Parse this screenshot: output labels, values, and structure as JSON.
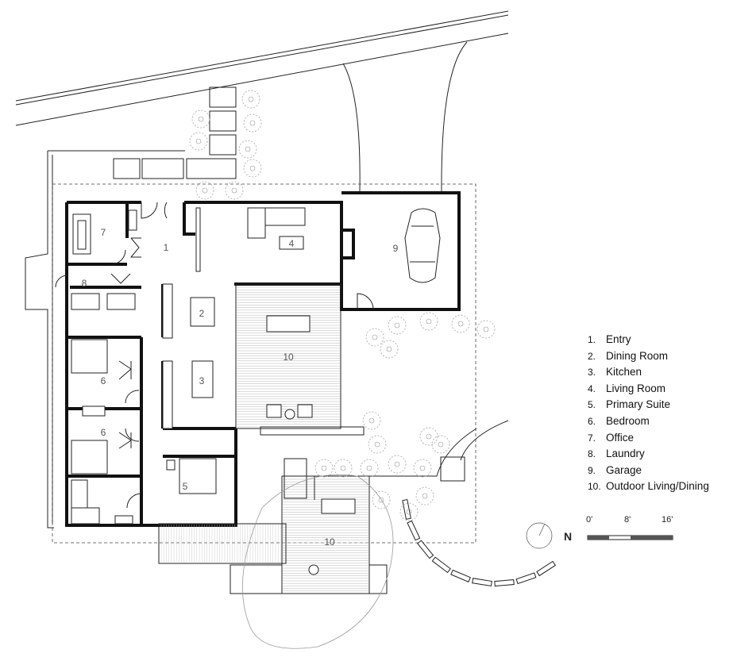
{
  "rooms": [
    {
      "number": "1",
      "name": "Entry"
    },
    {
      "number": "2",
      "name": "Dining Room"
    },
    {
      "number": "3",
      "name": "Kitchen"
    },
    {
      "number": "4",
      "name": "Living Room"
    },
    {
      "number": "5",
      "name": "Primary Suite"
    },
    {
      "number": "6",
      "name": "Bedroom"
    },
    {
      "number": "7",
      "name": "Office"
    },
    {
      "number": "8",
      "name": "Laundry"
    },
    {
      "number": "9",
      "name": "Garage"
    },
    {
      "number": "10",
      "name": "Outdoor Living/Dining"
    }
  ],
  "legend": [
    {
      "num": "1.",
      "label": "Entry"
    },
    {
      "num": "2.",
      "label": "Dining Room"
    },
    {
      "num": "3.",
      "label": "Kitchen"
    },
    {
      "num": "4.",
      "label": "Living Room"
    },
    {
      "num": "5.",
      "label": "Primary Suite"
    },
    {
      "num": "6.",
      "label": "Bedroom"
    },
    {
      "num": "7.",
      "label": "Office"
    },
    {
      "num": "8.",
      "label": "Laundry"
    },
    {
      "num": "9.",
      "label": "Garage"
    },
    {
      "num": "10.",
      "label": "Outdoor Living/Dining"
    }
  ],
  "north": {
    "label": "N"
  },
  "scale": {
    "labels": [
      "0'",
      "8'",
      "16'"
    ]
  }
}
